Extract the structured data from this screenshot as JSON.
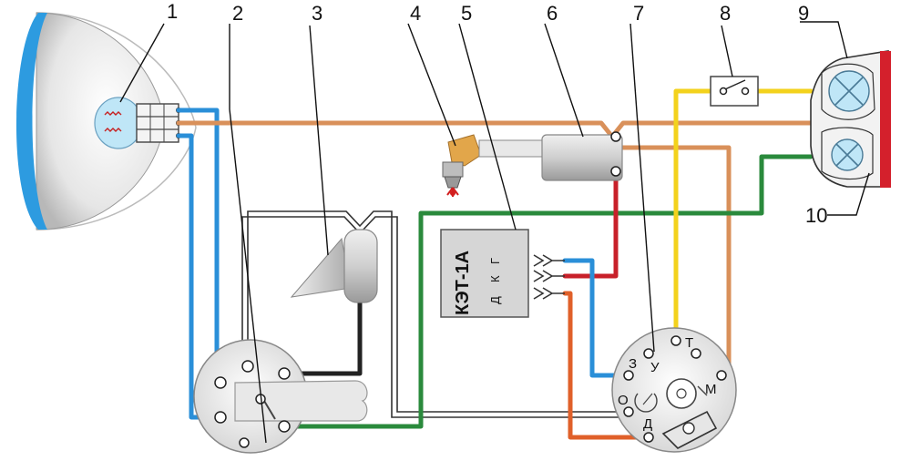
{
  "colors": {
    "blue": "#2a8fd8",
    "orange_brown": "#d9905a",
    "green": "#2a8a3c",
    "yellow": "#f3d21c",
    "red": "#c8202a",
    "red_orange": "#e0602a",
    "black": "#222222",
    "white_wire": "#ffffff",
    "headlight_blue": "#2d9be0",
    "bulb_blue": "#bfe6f7",
    "lamp_red": "#d4202c"
  },
  "labels": {
    "n1": "1",
    "n2": "2",
    "n3": "3",
    "n4": "4",
    "n5": "5",
    "n6": "6",
    "n7": "7",
    "n8": "8",
    "n9": "9",
    "n10": "10"
  },
  "ket": {
    "title": "КЭТ-1А",
    "pin_d": "Д",
    "pin_k": "К",
    "pin_g": "Г"
  },
  "generator_terminals": {
    "t": "Т",
    "u": "У",
    "z": "З",
    "o": "О",
    "m": "М",
    "d": "Д"
  }
}
